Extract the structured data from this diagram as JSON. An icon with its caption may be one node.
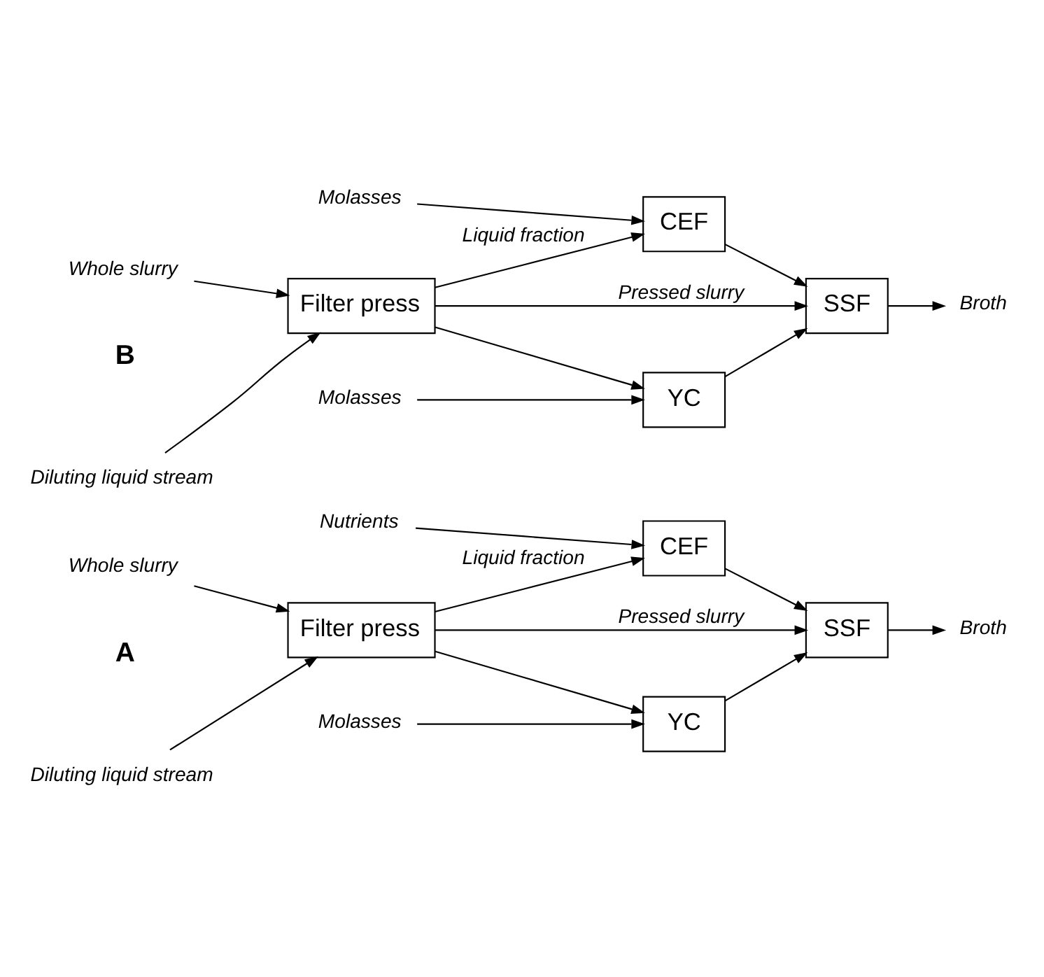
{
  "diagram": {
    "nodes": [
      {
        "text": [
          "Diluting liquid stream"
        ]
      },
      {
        "text": [
          "Whole slurry"
        ]
      },
      {
        "text": [
          "Filter press"
        ]
      },
      {
        "text": [
          "SSF"
        ]
      },
      {
        "text": [
          "Broth"
        ]
      },
      {
        "text": [
          "CEF"
        ]
      },
      {
        "text": [
          "Nutrients"
        ]
      },
      {
        "text": [
          "YC"
        ]
      },
      {
        "text": [
          "Molasses"
        ]
      },
      {
        "text": [
          "Diluting liquid stream"
        ]
      },
      {
        "text": [
          "Whole slurry"
        ]
      },
      {
        "text": [
          "Filter press"
        ]
      },
      {
        "text": [
          "SSF"
        ]
      },
      {
        "text": [
          "Broth"
        ]
      },
      {
        "text": [
          "CEF"
        ]
      },
      {
        "text": [
          "Molasses"
        ]
      },
      {
        "text": [
          "YC"
        ]
      },
      {
        "text": [
          "Molasses"
        ]
      }
    ],
    "edges": [
      {
        "from": 0,
        "to": 2,
        "arrow": "to"
      },
      {
        "from": 1,
        "to": 2,
        "arrow": "to"
      },
      {
        "from": 2,
        "to": 3,
        "arrow": "to",
        "label": "Pressed slurry"
      },
      {
        "from": 3,
        "to": 4,
        "arrow": "to"
      },
      {
        "from": 2,
        "to": 5,
        "arrow": "to",
        "label": "Liquid fraction"
      },
      {
        "from": 2,
        "to": 7,
        "arrow": "to"
      },
      {
        "from": 6,
        "to": 5,
        "arrow": "to"
      },
      {
        "from": 8,
        "to": 7,
        "arrow": "to"
      },
      {
        "from": 5,
        "to": 3,
        "arrow": "to"
      },
      {
        "from": 7,
        "to": 3,
        "arrow": "to"
      },
      {
        "from": 9,
        "to": 11,
        "arrow": "to"
      },
      {
        "from": 10,
        "to": 11,
        "arrow": "to"
      },
      {
        "from": 11,
        "to": 12,
        "arrow": "to",
        "label": "Pressed slurry"
      },
      {
        "from": 12,
        "to": 13,
        "arrow": "to"
      },
      {
        "from": 11,
        "to": 14,
        "arrow": "to",
        "label": "Liquid fraction"
      },
      {
        "from": 11,
        "to": 16,
        "arrow": "to"
      },
      {
        "from": 15,
        "to": 14,
        "arrow": "to"
      },
      {
        "from": 17,
        "to": 16,
        "arrow": "to"
      },
      {
        "from": 14,
        "to": 12,
        "arrow": "to"
      },
      {
        "from": 16,
        "to": 12,
        "arrow": "to"
      }
    ],
    "labels": [
      "A",
      "B"
    ]
  }
}
